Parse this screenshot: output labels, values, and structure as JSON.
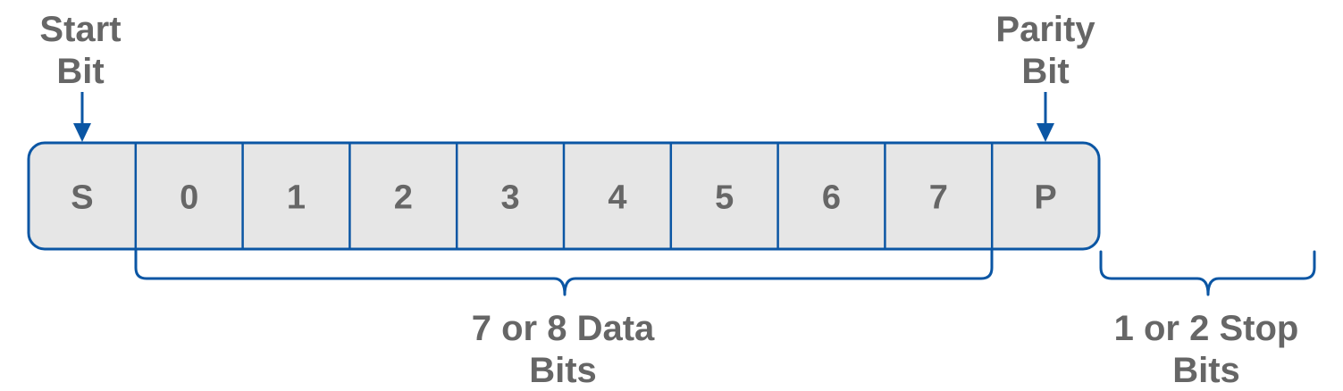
{
  "start_label": [
    "Start",
    "Bit"
  ],
  "parity_label": [
    "Parity",
    "Bit"
  ],
  "cells": [
    "S",
    "0",
    "1",
    "2",
    "3",
    "4",
    "5",
    "6",
    "7",
    "P"
  ],
  "data_bits_label": [
    "7 or 8 Data",
    "Bits"
  ],
  "stop_bits_label": [
    "1 or 2 Stop",
    "Bits"
  ],
  "colors": {
    "line": "#0b56a4",
    "fill": "#e6e6e6",
    "text": "#666666"
  }
}
